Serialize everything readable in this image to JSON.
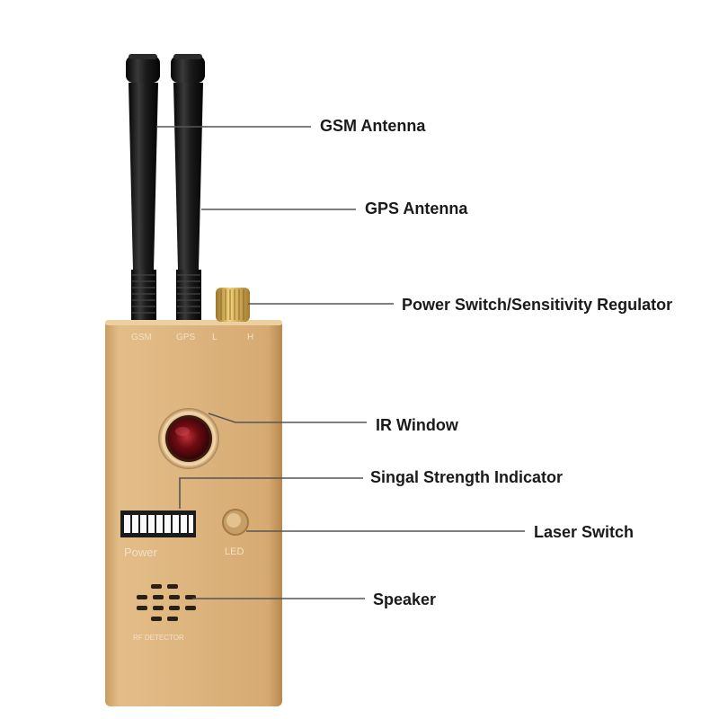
{
  "labels": {
    "gsm_antenna": "GSM Antenna",
    "gps_antenna": "GPS Antenna",
    "power_switch": "Power Switch/Sensitivity Regulator",
    "ir_window": "IR Window",
    "signal_indicator": "Singal Strength Indicator",
    "laser_switch": "Laser Switch",
    "speaker": "Speaker"
  },
  "device_print": {
    "gsm": "GSM",
    "gps": "GPS",
    "low": "L",
    "high": "H",
    "power": "Power",
    "led": "LED",
    "brand": "RF DETECTOR"
  },
  "colors": {
    "body": "#d8ae78",
    "antenna": "#161616",
    "knob": "#c9a14e",
    "lens": "#7a0f14",
    "leader_line": "#555555"
  }
}
